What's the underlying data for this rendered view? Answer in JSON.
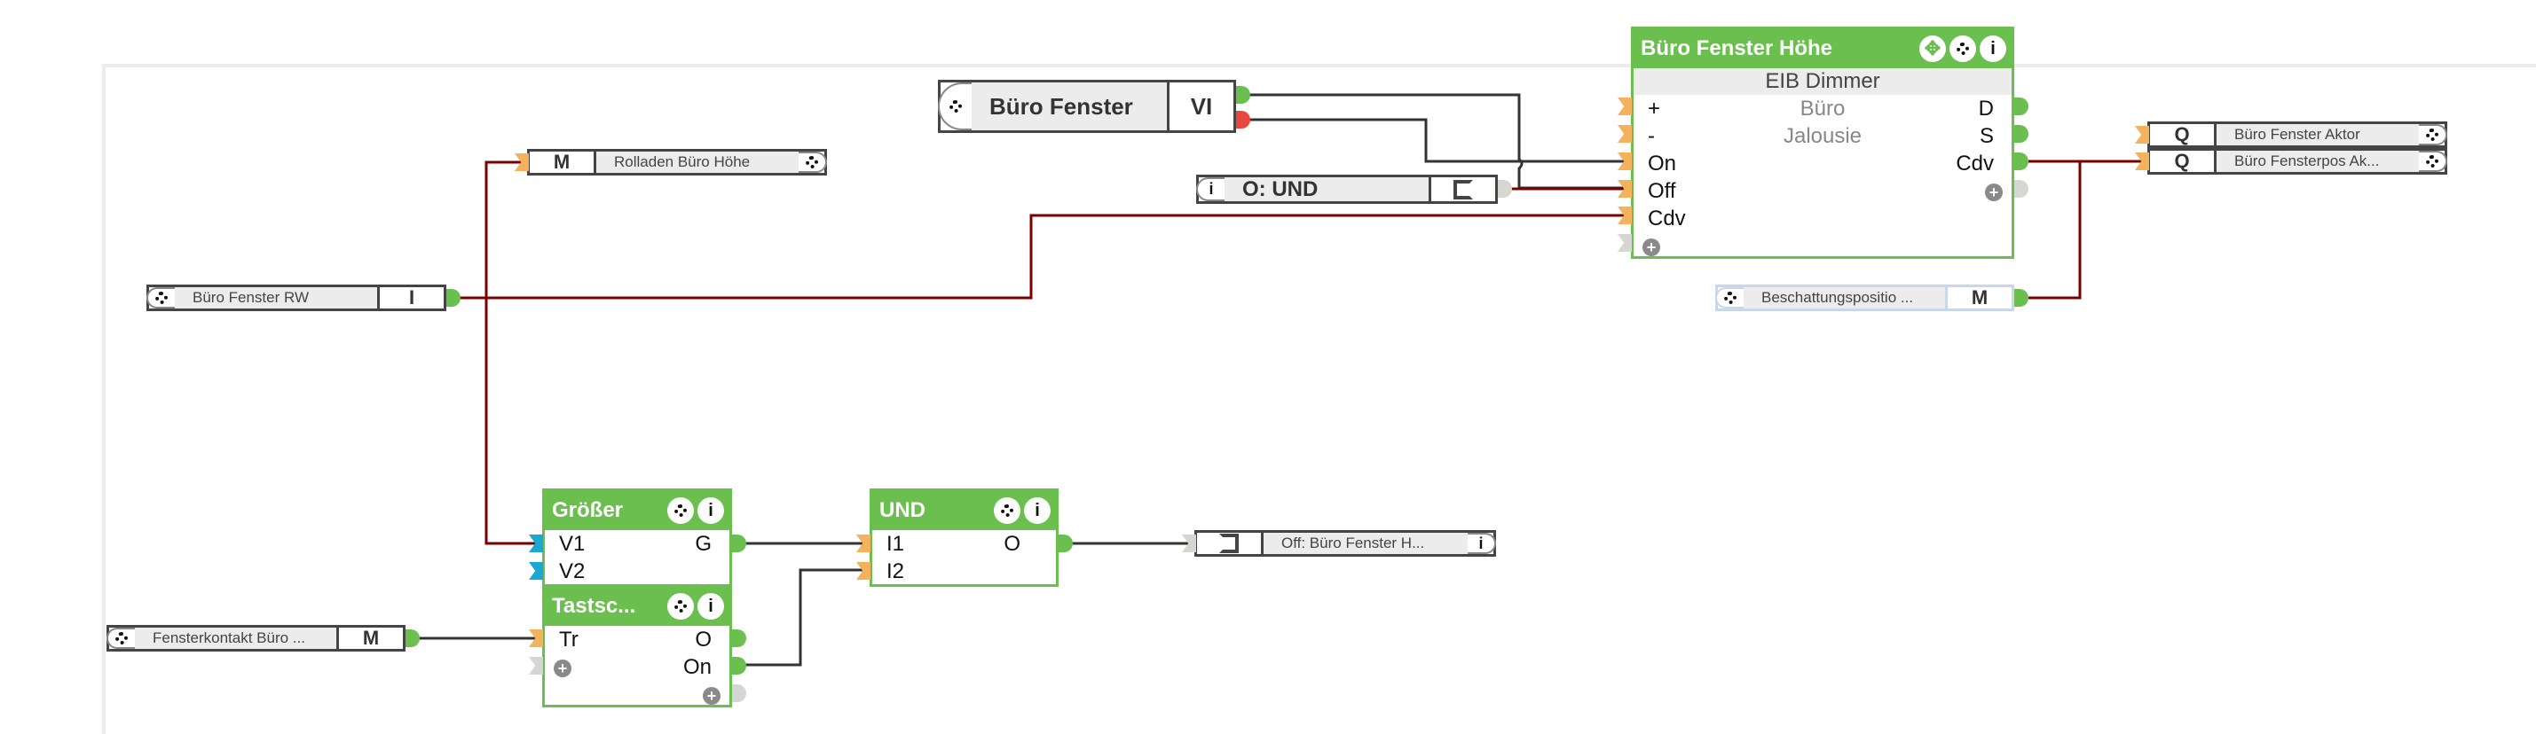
{
  "colors": {
    "block_green": "#6abf4f",
    "input_port_orange": "#f5b25d",
    "input_port_blue": "#1aa7d4",
    "output_port_green": "#6abf4f",
    "output_port_red": "#e8483f",
    "inactive_port_grey": "#d6d6d2",
    "wire_dark": "#333333",
    "wire_red": "#7a0000"
  },
  "blocks": {
    "dimmer": {
      "title": "Büro Fenster Höhe",
      "subtitle": "EIB Dimmer",
      "inputs": [
        "+",
        "-",
        "On",
        "Off",
        "Cdv"
      ],
      "outputs": [
        "D",
        "S",
        "Cdv"
      ],
      "center_lines": [
        "Büro",
        "Jalousie"
      ],
      "icons": [
        "move-icon",
        "gear-icon",
        "info-icon"
      ]
    },
    "groesser": {
      "title": "Größer",
      "inputs": [
        "V1",
        "V2"
      ],
      "outputs": [
        "G"
      ],
      "icons": [
        "gear-icon",
        "info-icon"
      ]
    },
    "tastschalter": {
      "title": "Tastsc...",
      "inputs": [
        "Tr"
      ],
      "outputs": [
        "O",
        "On"
      ],
      "icons": [
        "gear-icon",
        "info-icon"
      ]
    },
    "und": {
      "title": "UND",
      "inputs": [
        "I1",
        "I2"
      ],
      "outputs": [
        "O"
      ],
      "icons": [
        "gear-icon",
        "info-icon"
      ]
    }
  },
  "io_nodes": {
    "buero_fenster": {
      "label": "Büro Fenster",
      "type": "VI"
    },
    "o_und": {
      "label": "O: UND"
    },
    "rolladen": {
      "label": "Rolladen Büro Höhe",
      "type": "M"
    },
    "buero_fenster_rw": {
      "label": "Büro Fenster RW",
      "type": "I"
    },
    "q_aktor": {
      "label": "Büro Fenster Aktor",
      "type": "Q"
    },
    "q_pos_aktor": {
      "label": "Büro Fensterpos Ak...",
      "type": "Q"
    },
    "beschattung": {
      "label": "Beschattungspositio ...",
      "type": "M"
    },
    "off_out": {
      "label": "Off: Büro Fenster H..."
    },
    "fensterkontakt": {
      "label": "Fensterkontakt Büro ...",
      "type": "M"
    }
  }
}
